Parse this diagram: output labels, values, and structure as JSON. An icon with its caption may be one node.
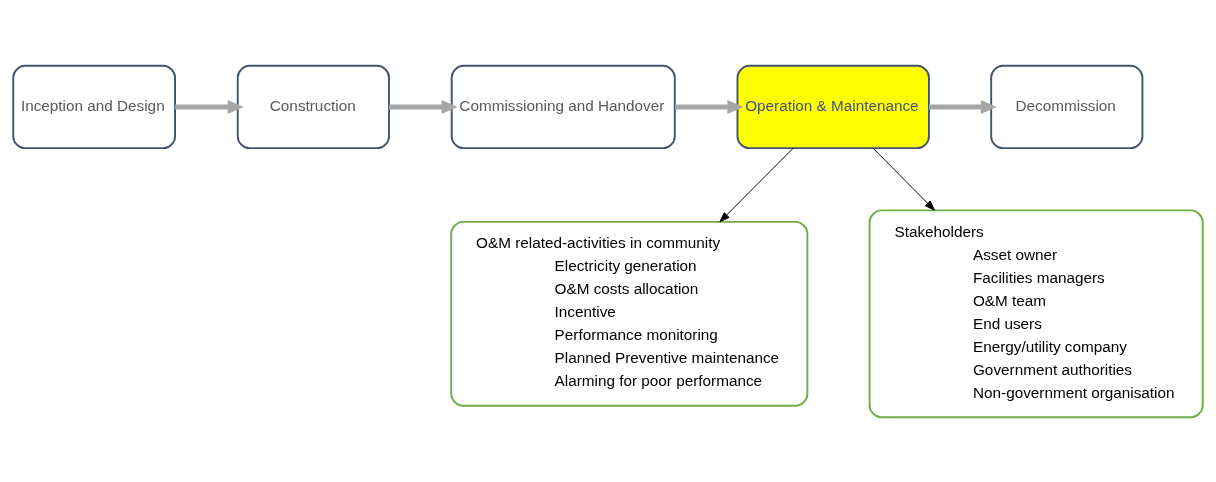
{
  "diagram": {
    "nodes": [
      {
        "text": [
          "Inception and Design"
        ]
      },
      {
        "text": [
          "Construction"
        ]
      },
      {
        "text": [
          "Commissioning and Handover"
        ]
      },
      {
        "text": [
          "Operation & Maintenance"
        ]
      },
      {
        "text": [
          "Decommission"
        ]
      },
      {
        "text": [
          "O&M related-activities in community",
          "Electricity generation",
          "O&M costs allocation",
          "Incentive",
          "Performance monitoring",
          "Planned Preventive maintenance",
          "Alarming for poor performance"
        ]
      },
      {
        "text": [
          "Stakeholders",
          "Asset owner",
          "Facilities managers",
          "O&M team",
          "End users",
          "Energy/utility company",
          "Government authorities",
          "Non-government organisation"
        ]
      }
    ],
    "edges": [
      {
        "from": 0,
        "to": 1,
        "arrow": "to"
      },
      {
        "from": 1,
        "to": 2,
        "arrow": "to"
      },
      {
        "from": 2,
        "to": 3,
        "arrow": "to"
      },
      {
        "from": 3,
        "to": 4,
        "arrow": "to"
      },
      {
        "from": 3,
        "to": 5,
        "arrow": "to",
        "color": "#000000"
      },
      {
        "from": 3,
        "to": 6,
        "arrow": "to",
        "color": "#000000"
      }
    ]
  }
}
